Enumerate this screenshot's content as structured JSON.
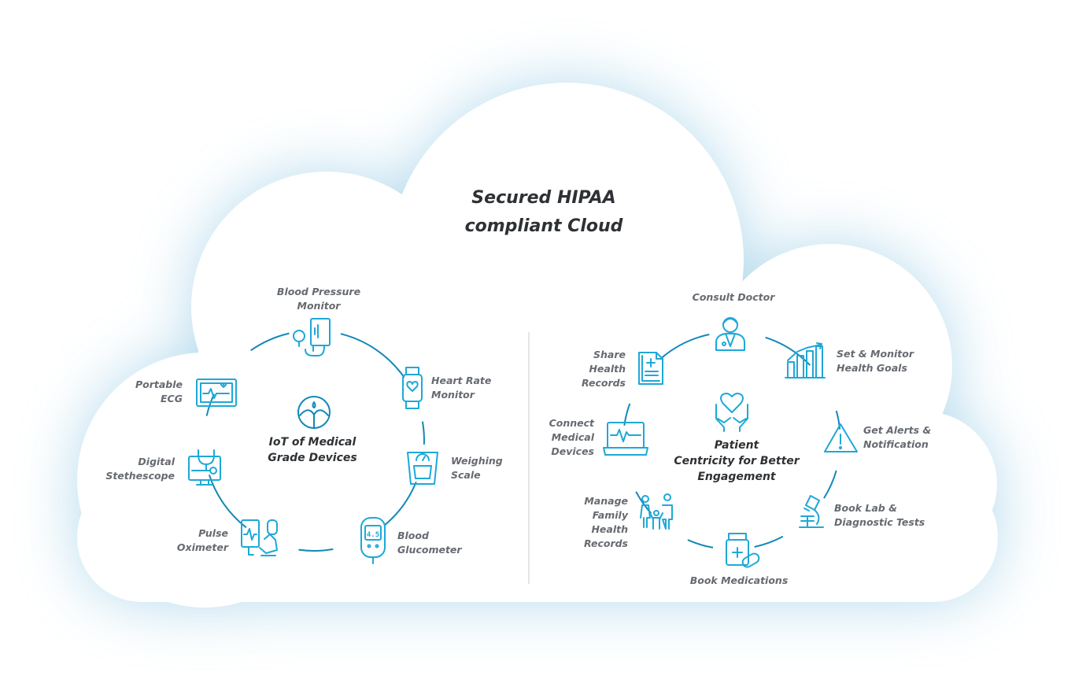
{
  "title_lines": [
    "Secured HIPAA",
    "compliant Cloud"
  ],
  "colors": {
    "accent": "#1ea8d8",
    "ring": "#1288b7",
    "cloud_glow": "#a9d4ea",
    "divider": "#cccccc"
  },
  "left": {
    "center_lines": [
      "IoT of Medical",
      "Grade Devices"
    ],
    "center_icon": "leaf-drop-icon",
    "devices": [
      {
        "icon": "blood-pressure-icon",
        "lines": [
          "Blood Pressure",
          "Monitor"
        ]
      },
      {
        "icon": "heart-rate-watch-icon",
        "lines": [
          "Heart Rate",
          "Monitor"
        ]
      },
      {
        "icon": "weighing-scale-icon",
        "lines": [
          "Weighing",
          "Scale"
        ]
      },
      {
        "icon": "glucometer-icon",
        "lines": [
          "Blood",
          "Glucometer"
        ],
        "readout": "4.5"
      },
      {
        "icon": "pulse-oximeter-icon",
        "lines": [
          "Pulse",
          "Oximeter"
        ]
      },
      {
        "icon": "stethoscope-icon",
        "lines": [
          "Digital",
          "Stethescope"
        ]
      },
      {
        "icon": "ecg-monitor-icon",
        "lines": [
          "Portable",
          "ECG"
        ]
      }
    ]
  },
  "right": {
    "center_lines": [
      "Patient",
      "Centricity for Better",
      "Engagement"
    ],
    "center_icon": "heart-hands-icon",
    "services": [
      {
        "icon": "doctor-icon",
        "lines": [
          "Consult Doctor"
        ]
      },
      {
        "icon": "growth-chart-icon",
        "lines": [
          "Set & Monitor",
          "Health Goals"
        ]
      },
      {
        "icon": "alert-icon",
        "lines": [
          "Get Alerts &",
          "Notification"
        ]
      },
      {
        "icon": "microscope-icon",
        "lines": [
          "Book Lab &",
          "Diagnostic Tests"
        ]
      },
      {
        "icon": "medicine-bottle-icon",
        "lines": [
          "Book Medications"
        ]
      },
      {
        "icon": "family-icon",
        "lines": [
          "Manage",
          "Family",
          "Health",
          "Records"
        ]
      },
      {
        "icon": "laptop-ecg-icon",
        "lines": [
          "Connect",
          "Medical",
          "Devices"
        ]
      },
      {
        "icon": "health-record-icon",
        "lines": [
          "Share",
          "Health",
          "Records"
        ]
      }
    ]
  }
}
